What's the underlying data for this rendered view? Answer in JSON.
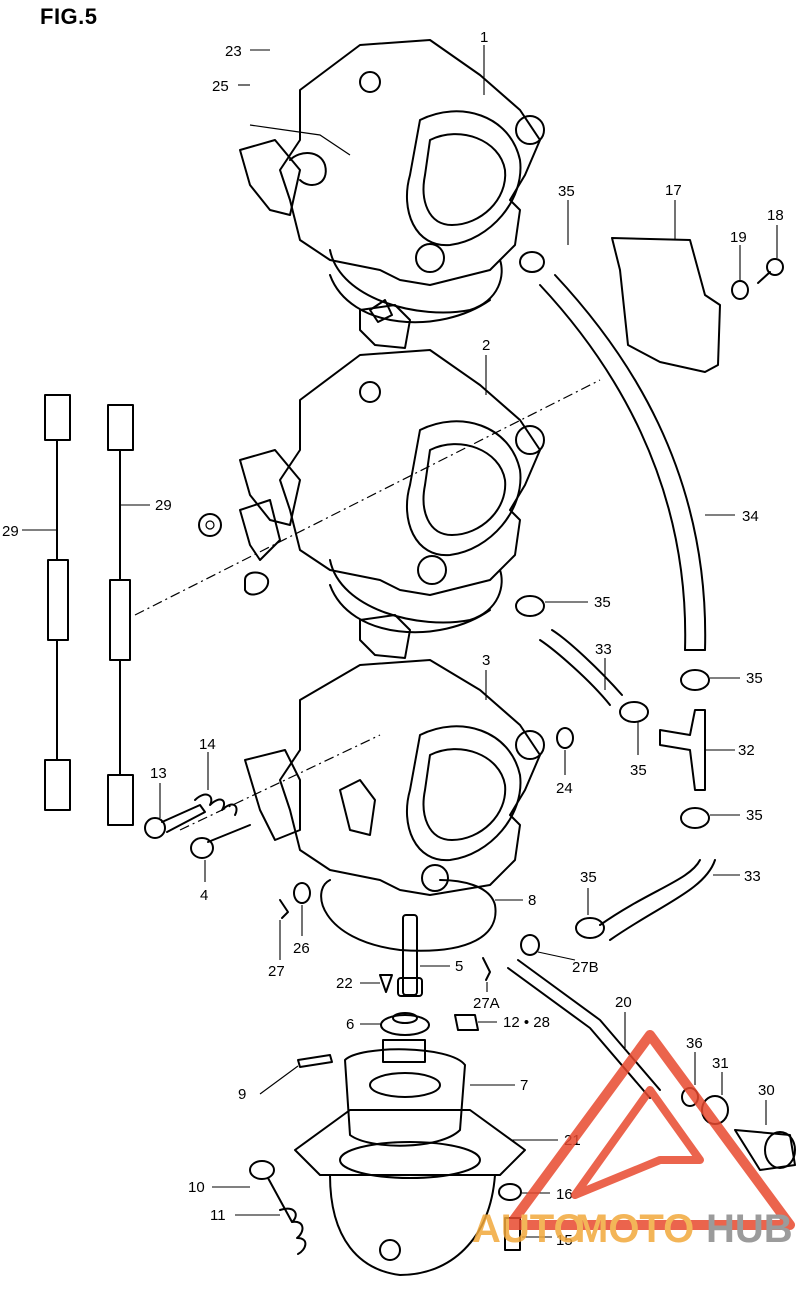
{
  "figure": {
    "title": "FIG.5"
  },
  "callouts": [
    {
      "id": "c1",
      "text": "1"
    },
    {
      "id": "c2",
      "text": "2"
    },
    {
      "id": "c3",
      "text": "3"
    },
    {
      "id": "c4",
      "text": "4"
    },
    {
      "id": "c5",
      "text": "5"
    },
    {
      "id": "c6",
      "text": "6"
    },
    {
      "id": "c7",
      "text": "7"
    },
    {
      "id": "c8",
      "text": "8"
    },
    {
      "id": "c9",
      "text": "9"
    },
    {
      "id": "c10",
      "text": "10"
    },
    {
      "id": "c11",
      "text": "11"
    },
    {
      "id": "c12",
      "text": "12 • 28"
    },
    {
      "id": "c13",
      "text": "13"
    },
    {
      "id": "c14",
      "text": "14"
    },
    {
      "id": "c15",
      "text": "15"
    },
    {
      "id": "c16",
      "text": "16"
    },
    {
      "id": "c17",
      "text": "17"
    },
    {
      "id": "c18",
      "text": "18"
    },
    {
      "id": "c19",
      "text": "19"
    },
    {
      "id": "c20",
      "text": "20"
    },
    {
      "id": "c21",
      "text": "21"
    },
    {
      "id": "c22",
      "text": "22"
    },
    {
      "id": "c23",
      "text": "23"
    },
    {
      "id": "c24",
      "text": "24"
    },
    {
      "id": "c25",
      "text": "25"
    },
    {
      "id": "c26",
      "text": "26"
    },
    {
      "id": "c27",
      "text": "27"
    },
    {
      "id": "c27a",
      "text": "27A"
    },
    {
      "id": "c27b",
      "text": "27B"
    },
    {
      "id": "c29a",
      "text": "29"
    },
    {
      "id": "c29b",
      "text": "29"
    },
    {
      "id": "c30",
      "text": "30"
    },
    {
      "id": "c31",
      "text": "31"
    },
    {
      "id": "c32",
      "text": "32"
    },
    {
      "id": "c33a",
      "text": "33"
    },
    {
      "id": "c33b",
      "text": "33"
    },
    {
      "id": "c34",
      "text": "34"
    },
    {
      "id": "c35a",
      "text": "35"
    },
    {
      "id": "c35b",
      "text": "35"
    },
    {
      "id": "c35c",
      "text": "35"
    },
    {
      "id": "c35d",
      "text": "35"
    },
    {
      "id": "c35e",
      "text": "35"
    },
    {
      "id": "c35f",
      "text": "35"
    },
    {
      "id": "c36",
      "text": "36"
    }
  ],
  "watermark": {
    "part1": "AUTO",
    "part2": "MOTO",
    "part3": "HUB",
    "colors": {
      "red": "#e8492f",
      "orange": "#f2a93b",
      "gray": "#8a8a8a"
    }
  }
}
